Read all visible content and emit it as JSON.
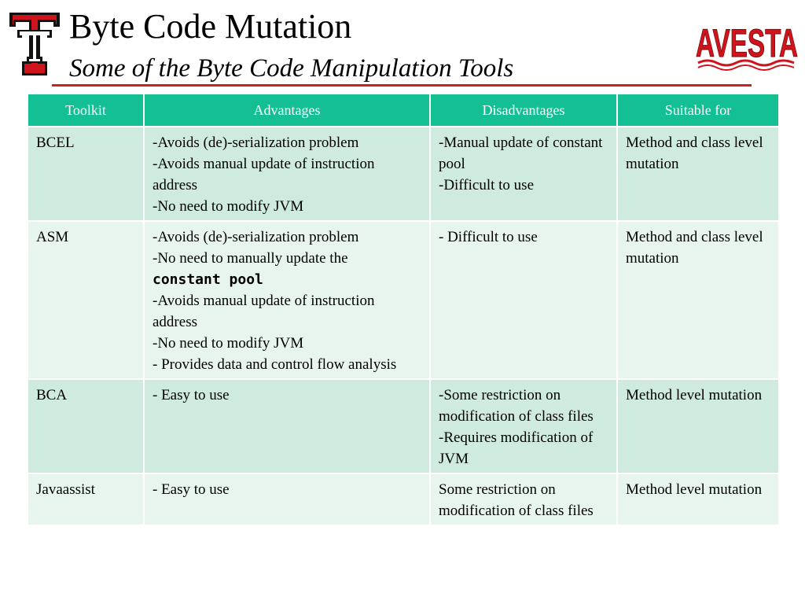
{
  "slide": {
    "title": "Byte Code Mutation",
    "subtitle": "Some of the Byte Code Manipulation Tools",
    "left_logo": "texas-tech-double-t-logo",
    "right_logo_text": "AVESTA",
    "accent_color": "#cc1f1f",
    "header_color": "#14bf94"
  },
  "table": {
    "headers": [
      "Toolkit",
      "Advantages",
      "Disadvantages",
      "Suitable for"
    ],
    "rows": [
      {
        "toolkit": "BCEL",
        "advantages": [
          "-Avoids (de)-serialization problem",
          "-Avoids manual update of instruction address",
          "-No need to modify JVM"
        ],
        "disadvantages": [
          "-Manual update of constant pool",
          "-Difficult to use"
        ],
        "suitable": [
          "Method and class level mutation"
        ]
      },
      {
        "toolkit": "ASM",
        "advantages": [
          "-Avoids (de)-serialization problem",
          "-No need to manually update the",
          "constant pool",
          "-Avoids manual update of instruction address",
          "-No need to modify JVM",
          "- Provides data and control flow analysis"
        ],
        "disadvantages": [
          "- Difficult to use"
        ],
        "suitable": [
          "Method and class level mutation"
        ]
      },
      {
        "toolkit": "BCA",
        "advantages": [
          "- Easy to use"
        ],
        "disadvantages": [
          "-Some restriction on modification of class files",
          "-Requires modification of JVM"
        ],
        "suitable": [
          "Method level mutation"
        ]
      },
      {
        "toolkit": "Javaassist",
        "advantages": [
          "- Easy to use"
        ],
        "disadvantages": [
          "Some restriction on modification of class files"
        ],
        "suitable": [
          "Method level mutation"
        ]
      }
    ]
  }
}
